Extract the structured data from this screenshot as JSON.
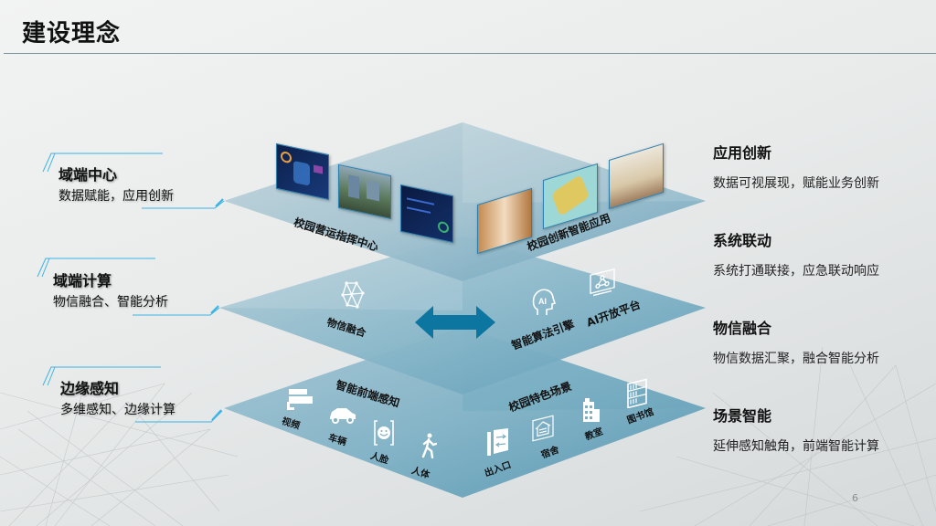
{
  "slide": {
    "title": "建设理念",
    "page_number": "6"
  },
  "left_labels": [
    {
      "heading": "域端中心",
      "subtitle": "数据赋能，应用创新"
    },
    {
      "heading": "域端计算",
      "subtitle": "物信融合、智能分析"
    },
    {
      "heading": "边缘感知",
      "subtitle": "多维感知、边缘计算"
    }
  ],
  "right_labels": [
    {
      "heading": "应用创新",
      "subtitle": "数据可视展现，赋能业务创新"
    },
    {
      "heading": "系统联动",
      "subtitle": "系统打通联接，应急联动响应"
    },
    {
      "heading": "物信融合",
      "subtitle": "物信数据汇聚，融合智能分析"
    },
    {
      "heading": "场景智能",
      "subtitle": "延伸感知触角，前端智能计算"
    }
  ],
  "layers": {
    "top": {
      "left_title": "校园营运指挥中心",
      "right_title": "校园创新智能应用",
      "left_screens": [
        "dashboard-screen",
        "campus-video-screen",
        "data-panel-screen"
      ],
      "right_screens": [
        "library-photo",
        "campus-map-photo",
        "canteen-photo"
      ]
    },
    "middle": {
      "left_item": {
        "icon": "network-fusion-icon",
        "label": "物信融合"
      },
      "arrow": "bidirectional-arrow-icon",
      "right_items": [
        {
          "icon": "ai-head-icon",
          "label": "智能算法引擎"
        },
        {
          "icon": "ai-platform-icon",
          "label": "AI开放平台"
        }
      ]
    },
    "bottom": {
      "left_title": "智能前端感知",
      "left_items": [
        {
          "icon": "camera-icon",
          "label": "视频"
        },
        {
          "icon": "car-icon",
          "label": "车辆"
        },
        {
          "icon": "face-icon",
          "label": "人脸"
        },
        {
          "icon": "walking-person-icon",
          "label": "人体"
        }
      ],
      "right_title": "校园特色场景",
      "right_items": [
        {
          "icon": "gate-icon",
          "label": "出入口"
        },
        {
          "icon": "dormitory-icon",
          "label": "宿舍"
        },
        {
          "icon": "classroom-building-icon",
          "label": "教室"
        },
        {
          "icon": "library-shelf-icon",
          "label": "图书馆"
        }
      ]
    }
  },
  "colors": {
    "layer_light": "#a9c6d2",
    "layer_mid": "#7fb0c4",
    "layer_dark": "#5a97b2",
    "arrow": "#0c75a0",
    "accent_line": "#3bb4e6"
  }
}
